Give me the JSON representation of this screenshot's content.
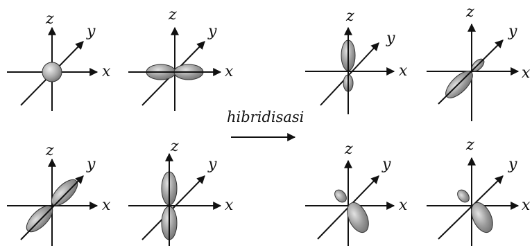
{
  "axis_labels": {
    "x": "x",
    "y": "y",
    "z": "z"
  },
  "process_label": "hibridisasi",
  "colors": {
    "lobe_dark": "#6a6a6a",
    "lobe_mid": "#9a9a9a",
    "lobe_light": "#e2e2e2",
    "outline": "#333333",
    "ink": "#111111"
  },
  "before_orbitals": [
    {
      "name": "s-orbital",
      "shape": "sphere"
    },
    {
      "name": "px-orbital",
      "shape": "dumbbell-x"
    },
    {
      "name": "py-orbital",
      "shape": "dumbbell-y"
    },
    {
      "name": "pz-orbital",
      "shape": "dumbbell-z"
    }
  ],
  "after_orbitals": [
    {
      "name": "sp3-orbital-1",
      "large_lobe": "+z"
    },
    {
      "name": "sp3-orbital-2",
      "large_lobe": "-y"
    },
    {
      "name": "sp3-orbital-3",
      "large_lobe": "down-right"
    },
    {
      "name": "sp3-orbital-4",
      "large_lobe": "down-right"
    }
  ]
}
